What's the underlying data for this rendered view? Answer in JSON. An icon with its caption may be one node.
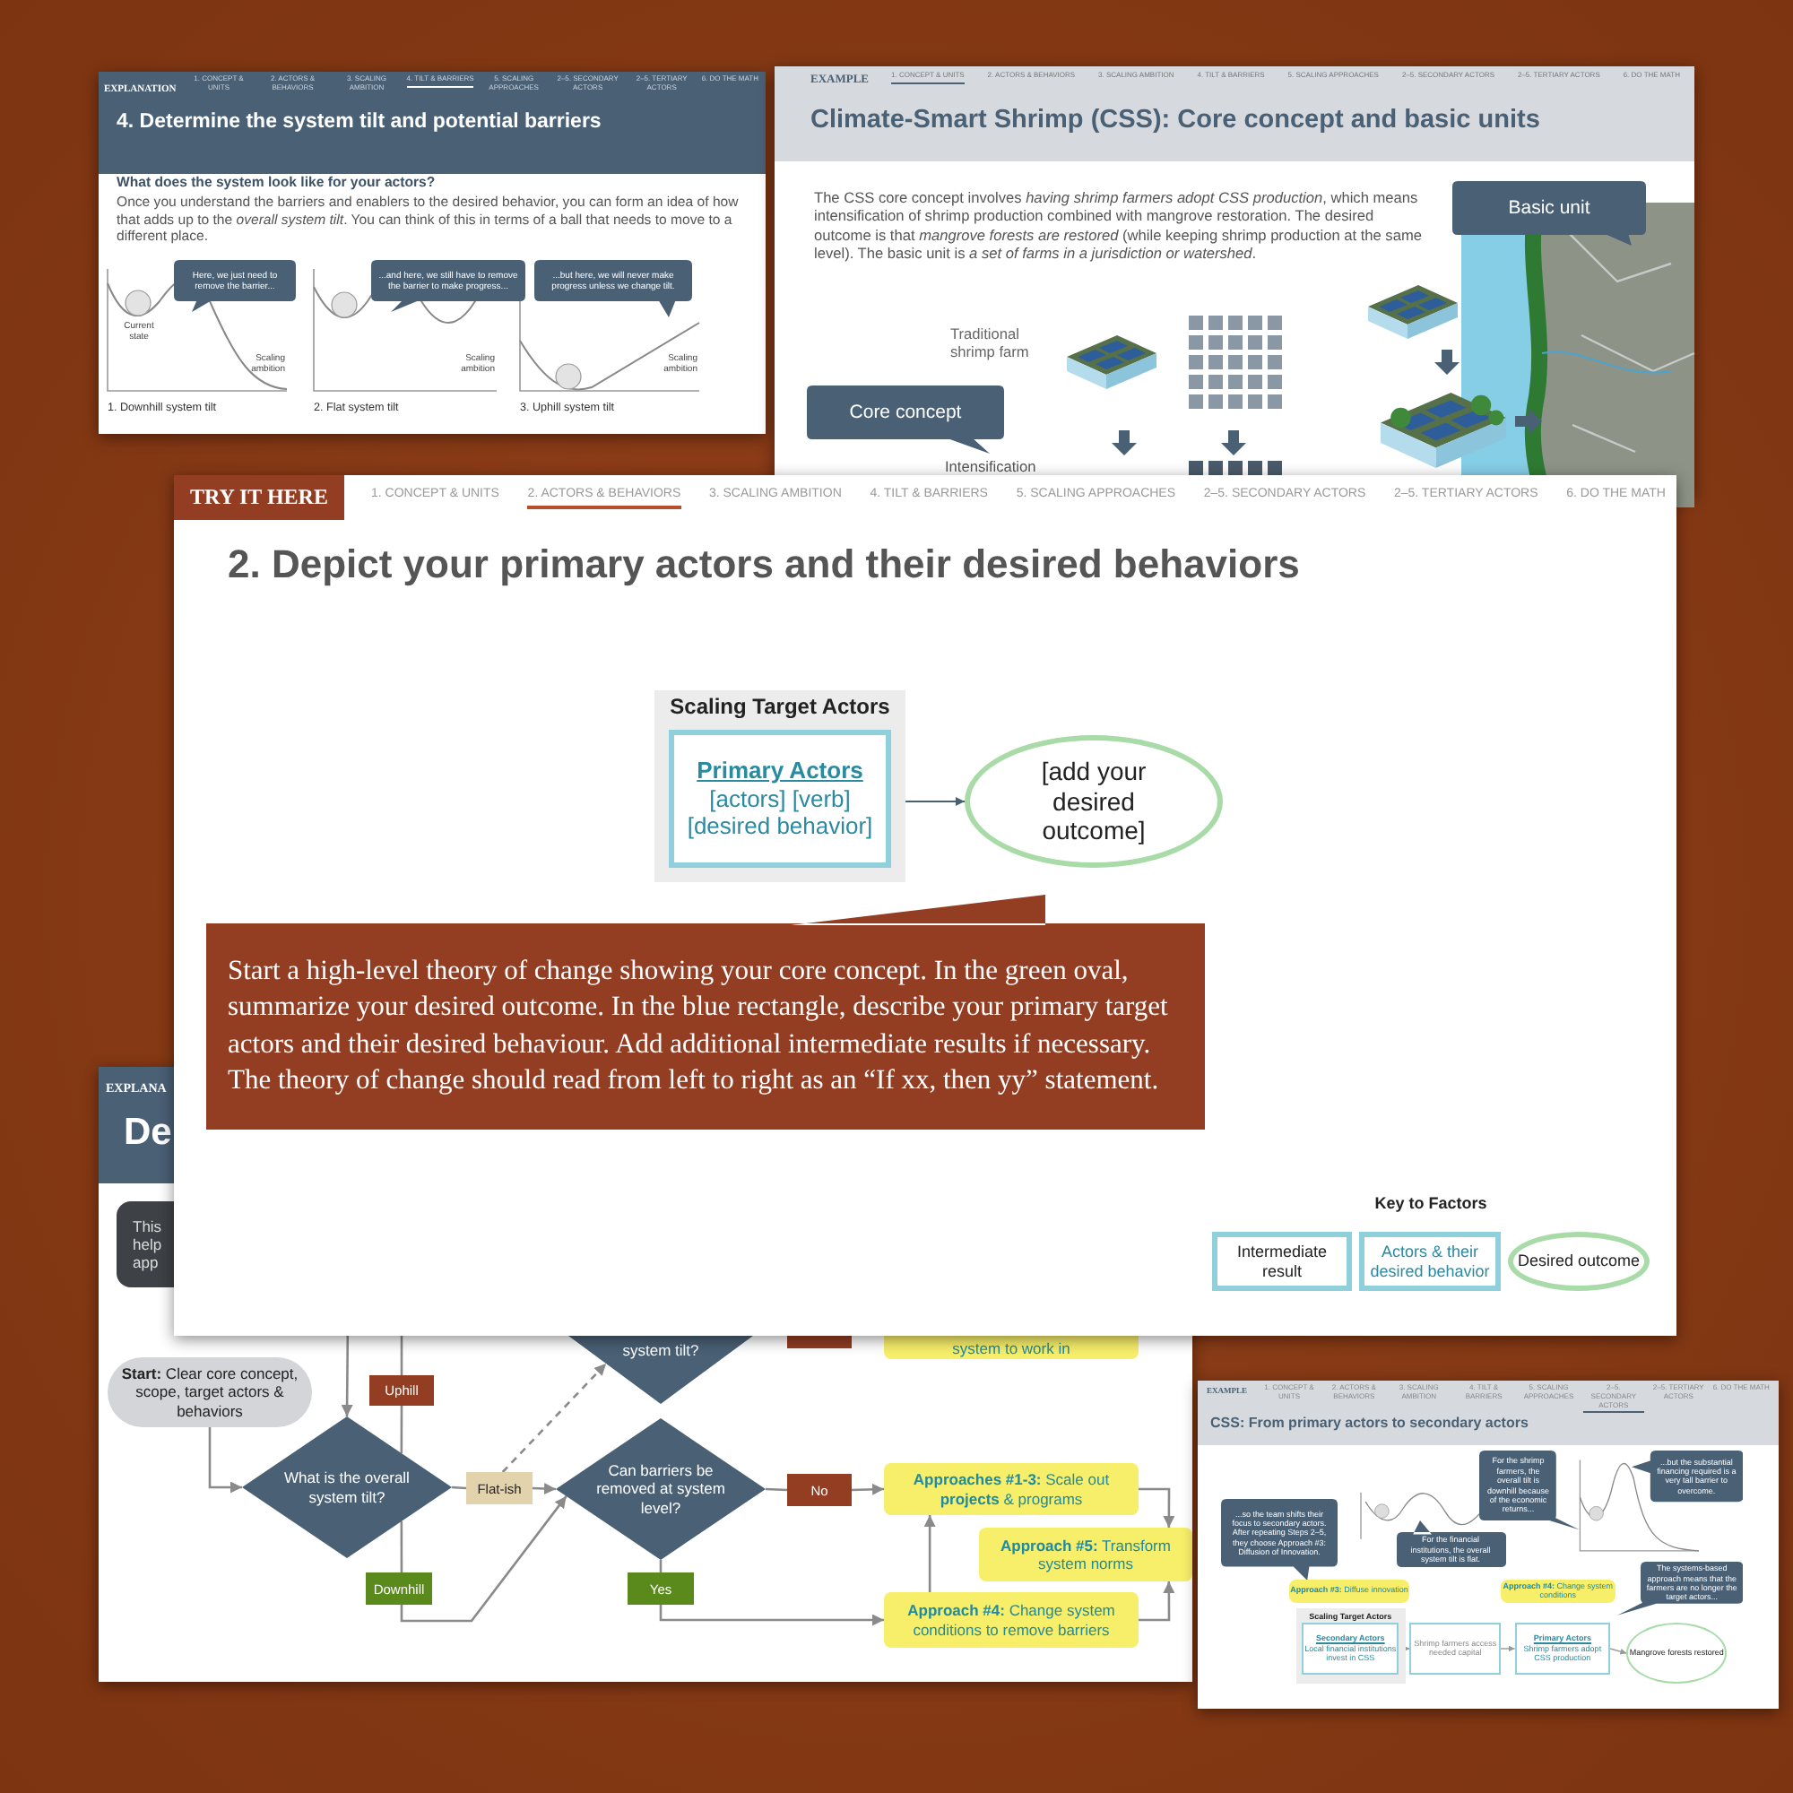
{
  "diagram": {
    "nodes": [
      {
        "text": [
          "Here, we just need to remove the barrier..."
        ]
      },
      {
        "text": [
          "...and here, we still have to remove the barrier to make progress..."
        ]
      },
      {
        "text": [
          "...but here, we will never make progress unless we change tilt."
        ]
      },
      {
        "text": [
          "Basic unit"
        ]
      },
      {
        "text": [
          "Core concept"
        ]
      },
      {
        "text": [
          "Scaling Target Actors"
        ]
      },
      {
        "text": [
          "Primary Actors",
          "[actors] [verb] [desired behavior]"
        ],
        "in": 5
      },
      {
        "text": [
          "[add your desired outcome]"
        ]
      },
      {
        "text": [
          "Start a high-level theory of change showing your core concept. In the green oval, summarize your desired outcome. In the blue rectangle, describe your primary target actors and their desired behaviour. Add additional intermediate results if necessary. The theory of change should read from left to right as an “If xx, then yy” statement."
        ]
      },
      {
        "text": [
          "Intermediate result"
        ]
      },
      {
        "text": [
          "Actors & their desired behavior"
        ]
      },
      {
        "text": [
          "Desired outcome"
        ]
      },
      {
        "text": [
          "This help app"
        ]
      },
      {
        "text": [],
        "shape": "box"
      },
      {
        "text": [
          "system to work in"
        ]
      },
      {
        "text": [
          "system tilt?"
        ]
      },
      {
        "text": [
          "Uphill"
        ]
      },
      {
        "text": [
          "**Start:** Clear core concept, scope, target actors & behaviors"
        ]
      },
      {
        "text": [
          "What is the overall system tilt?"
        ]
      },
      {
        "text": [
          "Flat-ish"
        ]
      },
      {
        "text": [
          "Can barriers be removed at system level?"
        ]
      },
      {
        "text": [
          "No"
        ]
      },
      {
        "text": [
          "**Approaches #1-3:** Scale out **projects** & programs"
        ]
      },
      {
        "text": [
          "**Approach #5:** Transform system norms"
        ]
      },
      {
        "text": [
          "Downhill"
        ]
      },
      {
        "text": [
          "Yes"
        ]
      },
      {
        "text": [
          "**Approach #4:** Change system conditions to remove barriers"
        ]
      },
      {
        "text": [
          "For the shrimp farmers, the overall tilt is downhill because of the economic returns..."
        ]
      },
      {
        "text": [
          "...but the substantial financing required is a very tall barrier to overcome."
        ]
      },
      {
        "text": [
          "...so the team shifts their focus to secondary actors. After repeating Steps 2–5, they choose Approach #3: Diffusion of Innovation."
        ]
      },
      {
        "text": [
          "For the financial institutions, the overall system tilt is flat."
        ]
      },
      {
        "text": [
          "The systems-based approach means that the farmers are no longer the target actors..."
        ]
      },
      {
        "text": [
          "**Approach #3:** Diffuse innovation"
        ]
      },
      {
        "text": [
          "**Approach #4:** Change system conditions"
        ]
      },
      {
        "text": [
          "Scaling Target Actors"
        ]
      },
      {
        "text": [
          "Secondary Actors",
          "Local financial institutions invest in CSS"
        ],
        "in": 34
      },
      {
        "text": [
          "Shrimp farmers access needed capital"
        ]
      },
      {
        "text": [
          "Primary Actors",
          "Shrimp farmers adopt CSS production"
        ]
      },
      {
        "text": [
          "Mangrove forests restored"
        ]
      }
    ],
    "edges": [
      {
        "from": 6,
        "to": 7,
        "arrow": "to"
      },
      {
        "from": null,
        "to": 18,
        "arrow": "to"
      },
      {
        "from": 18,
        "to": 16,
        "arrow": "none"
      },
      {
        "from": 16,
        "to": null,
        "arrow": "none"
      },
      {
        "from": 18,
        "to": 19,
        "arrow": "none"
      },
      {
        "from": 19,
        "to": 20,
        "arrow": "to"
      },
      {
        "from": 19,
        "to": 15,
        "arrow": "to",
        "style": "dashed"
      },
      {
        "from": 18,
        "to": 24,
        "arrow": "none"
      },
      {
        "from": 24,
        "to": 20,
        "arrow": "to"
      },
      {
        "from": 17,
        "to": 18,
        "arrow": "to"
      },
      {
        "from": 20,
        "to": 21,
        "arrow": "none"
      },
      {
        "from": 21,
        "to": 22,
        "arrow": "to"
      },
      {
        "from": 20,
        "to": 25,
        "arrow": "none"
      },
      {
        "from": 25,
        "to": 26,
        "arrow": "to"
      },
      {
        "from": 26,
        "to": 22,
        "arrow": "to"
      },
      {
        "from": 22,
        "to": 23,
        "arrow": "to"
      },
      {
        "from": 26,
        "to": 23,
        "arrow": "to"
      },
      {
        "from": 35,
        "to": 36,
        "arrow": "to"
      },
      {
        "from": 36,
        "to": 37,
        "arrow": "to"
      },
      {
        "from": 37,
        "to": 38,
        "arrow": "to"
      }
    ],
    "labels": [
      "EXPLANATION",
      "1. CONCEPT & UNITS",
      "2. ACTORS & BEHAVIORS",
      "3. SCALING AMBITION",
      "4. TILT & BARRIERS",
      "5. SCALING APPROACHES",
      "2–5. SECONDARY ACTORS",
      "2–5. TERTIARY ACTORS",
      "6. DO THE MATH",
      "4. Determine the system tilt and potential barriers",
      "What does the system look like for your actors?",
      "Once you understand the barriers and enablers to the desired behavior, you can form an idea of how that adds up to the *overall system tilt*. You can think of this in terms of a ball that needs to move to a different place.",
      "Current state",
      "Scaling ambition",
      "Scaling ambition",
      "Scaling ambition",
      "1. Downhill system tilt",
      "2. Flat system tilt",
      "3. Uphill system tilt",
      "EXAMPLE",
      "1. CONCEPT & UNITS",
      "2. ACTORS & BEHAVIORS",
      "3. SCALING AMBITION",
      "4. TILT & BARRIERS",
      "5. SCALING APPROACHES",
      "2–5. SECONDARY ACTORS",
      "2–5. TERTIARY ACTORS",
      "6. DO THE MATH",
      "Climate-Smart Shrimp (CSS): Core concept and basic units",
      "The CSS core concept involves *having shrimp farmers adopt CSS production*, which means intensification of shrimp production combined with mangrove restoration. The desired outcome is that *mangrove forests are restored* (while keeping shrimp production at the same level). The basic unit is *a set of farms in a jurisdiction or watershed*.",
      "Traditional shrimp farm",
      "Intensification",
      "TRY IT HERE",
      "1. CONCEPT & UNITS",
      "2. ACTORS & BEHAVIORS",
      "3. SCALING AMBITION",
      "4. TILT & BARRIERS",
      "5. SCALING APPROACHES",
      "2–5. SECONDARY ACTORS",
      "2–5. TERTIARY ACTORS",
      "6. DO THE MATH",
      "2. Depict your primary actors and their desired behaviors",
      "Key to Factors",
      "EXPLANA",
      "De",
      "EXAMPLE",
      "1. CONCEPT & UNITS",
      "2. ACTORS & BEHAVIORS",
      "3. SCALING AMBITION",
      "4. TILT & BARRIERS",
      "5. SCALING APPROACHES",
      "2–5. SECONDARY ACTORS",
      "2–5. TERTIARY ACTORS",
      "6. DO THE MATH",
      "CSS: From primary actors to secondary actors"
    ]
  }
}
